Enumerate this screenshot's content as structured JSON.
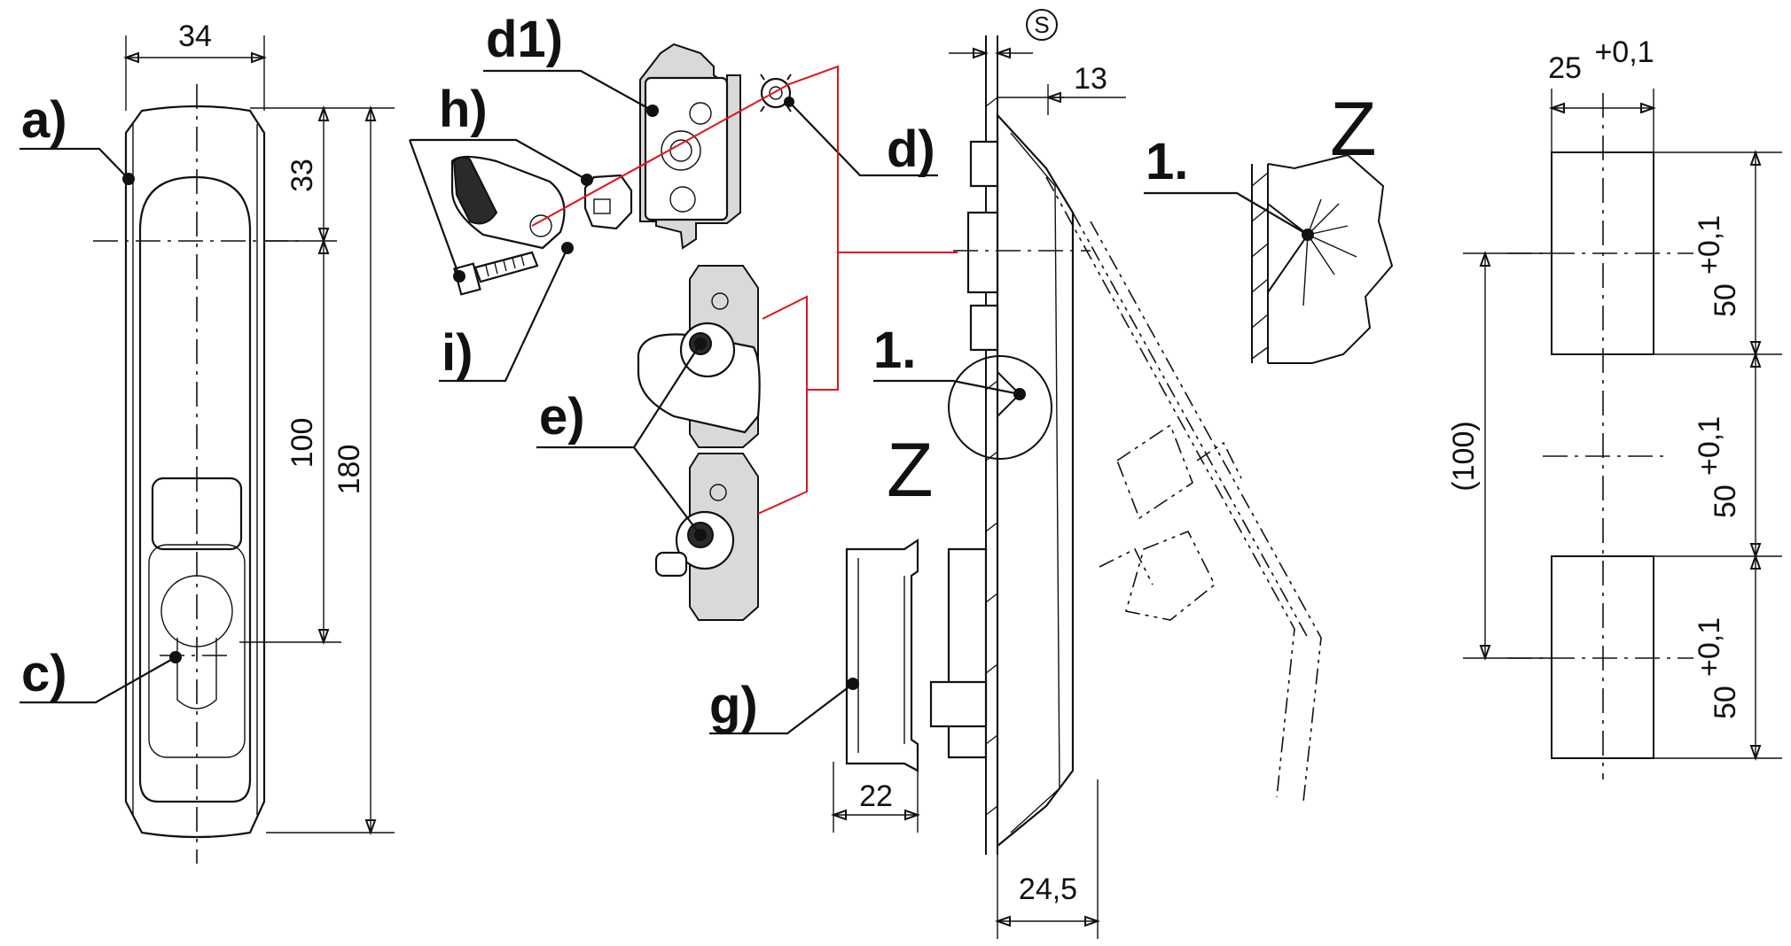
{
  "callouts": {
    "a": "a)",
    "c": "c)",
    "d1": "d1)",
    "h": "h)",
    "i": "i)",
    "d": "d)",
    "e": "e)",
    "g": "g)",
    "detail_ref_1": "1.",
    "detail_ref_2": "1."
  },
  "detail_marks": {
    "z_side": "Z",
    "z_detail": "Z",
    "s_symbol": "S"
  },
  "front_view_dims": {
    "width": "34",
    "top_to_axis": "33",
    "axis_to_lock": "100",
    "overall_height": "180"
  },
  "side_view_dims": {
    "depth": "13",
    "handle_depth": "24,5",
    "lock_depth": "22"
  },
  "cutout_dims": {
    "cutout_width": "25",
    "cutout_width_tol": "+0,1",
    "cutout_height_1": "50",
    "cutout_height_2": "50",
    "cutout_height_3": "50",
    "height_tol": "+0,1",
    "pitch": "(100)"
  },
  "colors": {
    "leader_red": "#e0141e",
    "ink": "#111111"
  }
}
